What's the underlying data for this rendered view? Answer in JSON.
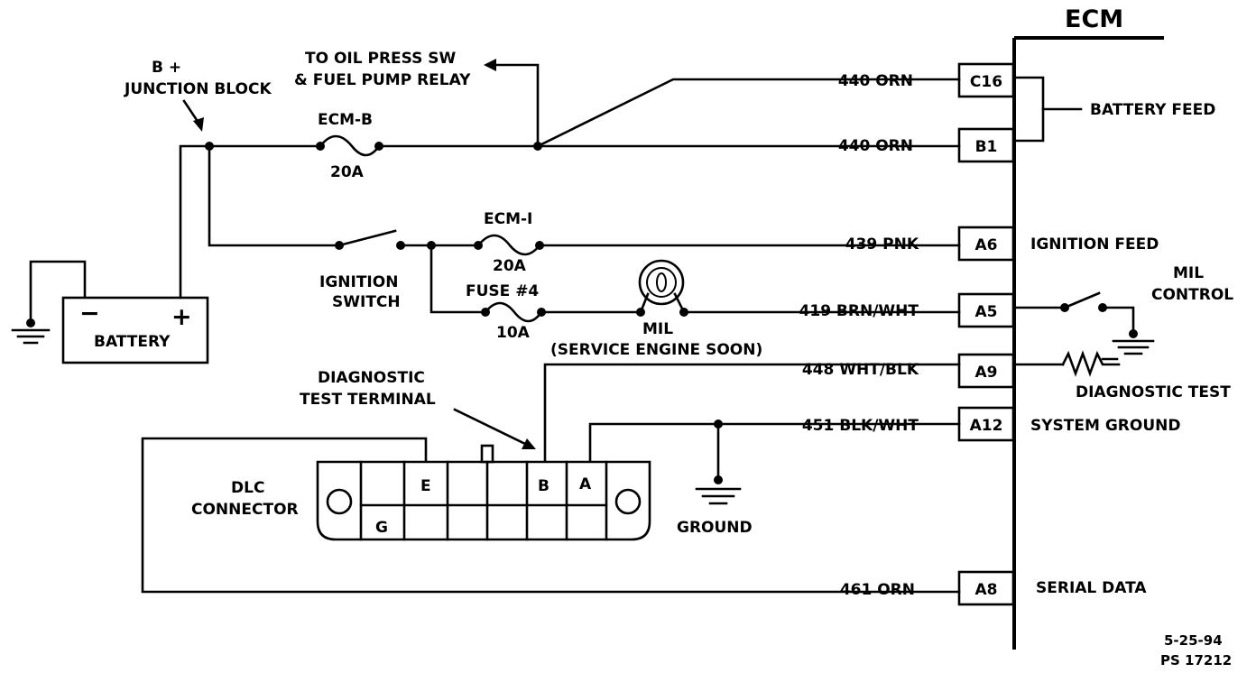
{
  "ecm": {
    "title": "ECM"
  },
  "pins": {
    "c16": "C16",
    "b1": "B1",
    "a6": "A6",
    "a5": "A5",
    "a9": "A9",
    "a12": "A12",
    "a8": "A8"
  },
  "wires": {
    "c16": "440 ORN",
    "b1": "440 ORN",
    "a6": "439 PNK",
    "a5": "419 BRN/WHT",
    "a9": "448 WHT/BLK",
    "a12": "451 BLK/WHT",
    "a8": "461 ORN"
  },
  "functions": {
    "battery_feed": "BATTERY FEED",
    "ignition_feed": "IGNITION FEED",
    "mil_control_1": "MIL",
    "mil_control_2": "CONTROL",
    "diagnostic_test": "DIAGNOSTIC TEST",
    "system_ground": "SYSTEM GROUND",
    "serial_data": "SERIAL DATA"
  },
  "junction": {
    "line1": "B +",
    "line2": "JUNCTION BLOCK"
  },
  "battery": {
    "label": "BATTERY",
    "neg": "−",
    "pos": "+"
  },
  "fuses": {
    "ecm_b": {
      "name": "ECM-B",
      "rating": "20A"
    },
    "ecm_i": {
      "name": "ECM-I",
      "rating": "20A"
    },
    "fuse4": {
      "name": "FUSE #4",
      "rating": "10A"
    }
  },
  "oil_press": {
    "line1": "TO OIL PRESS SW",
    "line2": "& FUEL PUMP RELAY"
  },
  "ignition_switch": {
    "line1": "IGNITION",
    "line2": "SWITCH"
  },
  "mil": {
    "line1": "MIL",
    "line2": "(SERVICE ENGINE SOON)"
  },
  "diag_terminal": {
    "line1": "DIAGNOSTIC",
    "line2": "TEST TERMINAL"
  },
  "dlc": {
    "line1": "DLC",
    "line2": "CONNECTOR",
    "pin_e": "E",
    "pin_b": "B",
    "pin_a": "A",
    "pin_g": "G"
  },
  "ground": {
    "label": "GROUND"
  },
  "footer": {
    "date": "5-25-94",
    "ref": "PS 17212"
  }
}
